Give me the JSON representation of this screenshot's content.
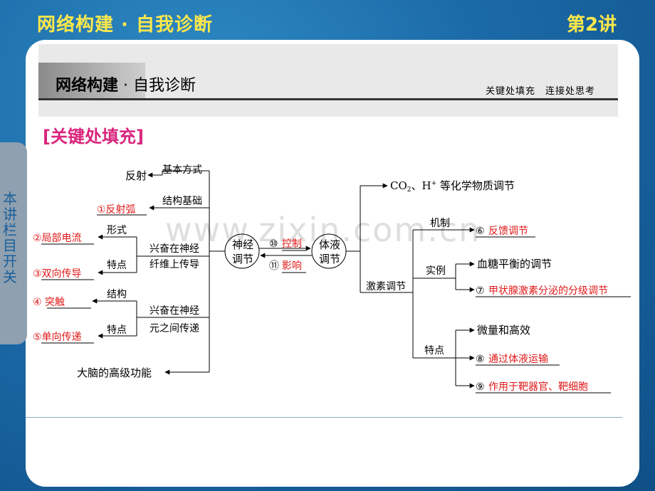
{
  "header": {
    "title": "网络构建 · 自我诊断",
    "lecture": "第2讲"
  },
  "banner": {
    "title_bold": "网络构建",
    "title_rest": " · 自我诊断",
    "right": "关键处填充　连接处思考"
  },
  "section": {
    "heading": "[关键处填充]"
  },
  "side": {
    "label": "本讲栏目开关"
  },
  "watermark": "www.zixin.com.cn",
  "diagram": {
    "left": {
      "fanshe": "反射",
      "jibenfangshi": "基本方式",
      "jiegoujichu": "结构基础",
      "a1": "①反射弧",
      "xingshi": "形式",
      "tedian1": "特点",
      "a2": "②局部电流",
      "a3": "③双向传导",
      "xingfen1a": "兴奋在神经",
      "xingfen1b": "纤维上传导",
      "jiegou": "结构",
      "tedian2": "特点",
      "a4": "④  突触",
      "a5": "⑤单向传递",
      "xingfen2a": "兴奋在神经",
      "xingfen2b": "元之间传递",
      "danao": "大脑的高级功能"
    },
    "center": {
      "shenjing_a": "神经",
      "shenjing_b": "调节",
      "tiye_a": "体液",
      "tiye_b": "调节",
      "a10_num": "⑩",
      "a10": "控制",
      "a11_num": "⑪",
      "a11": "影响"
    },
    "right": {
      "co2": "CO",
      "co2_sub": "2",
      "h": "、H",
      "h_sup": "+",
      "chem": " 等化学物质调节",
      "jisu": "激素调节",
      "jizhi": "机制",
      "a6_num": "⑥",
      "a6": "反馈调节",
      "shili": "实例",
      "xuetang": "血糖平衡的调节",
      "a7_num": "⑦",
      "a7": "甲状腺激素分泌的分级调节",
      "tedian3": "特点",
      "weiliang": "微量和高效",
      "a8_num": "⑧",
      "a8": "通过体液运输",
      "a9_num": "⑨",
      "a9": "作用于靶器官、靶细胞"
    }
  }
}
